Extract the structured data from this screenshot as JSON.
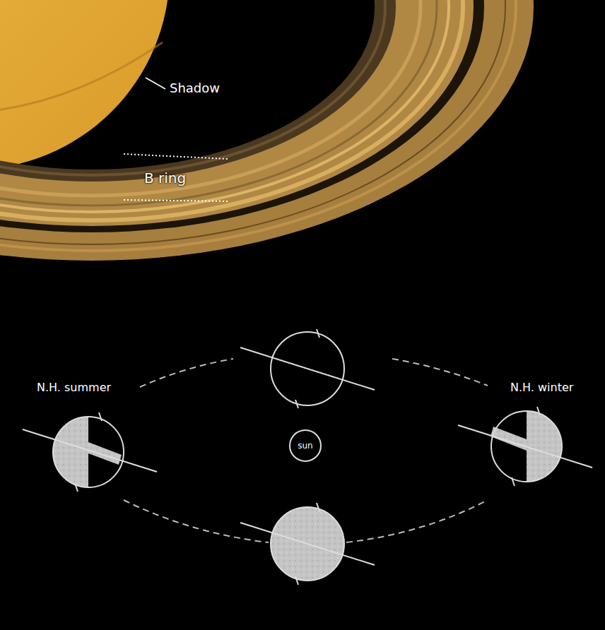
{
  "diagram": {
    "nodes": [
      {
        "text": [
          "sun"
        ]
      }
    ],
    "labels": [
      "Shadow",
      "B ring",
      "N.H. summer",
      "N.H. winter"
    ]
  }
}
